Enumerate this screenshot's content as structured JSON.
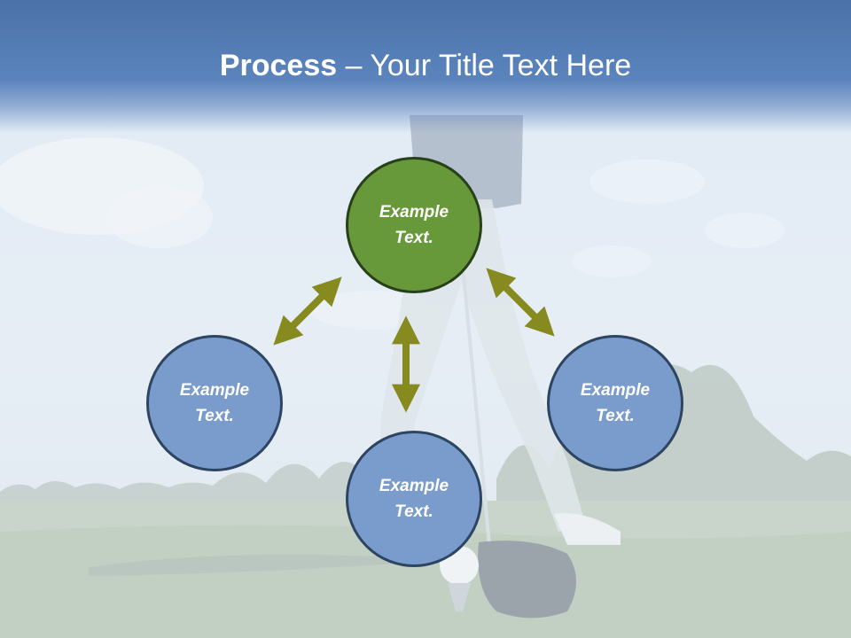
{
  "title": {
    "bold": "Process",
    "rest": " – Your Title Text Here"
  },
  "nodes": {
    "top": {
      "text": "Example Text."
    },
    "left": {
      "text": "Example Text."
    },
    "right": {
      "text": "Example Text."
    },
    "bottom": {
      "text": "Example Text."
    }
  },
  "colors": {
    "title_band": "#5b84bd",
    "node_blue": "#7a9ccc",
    "node_green": "#67993a",
    "arrow_olive": "#868a1f"
  }
}
